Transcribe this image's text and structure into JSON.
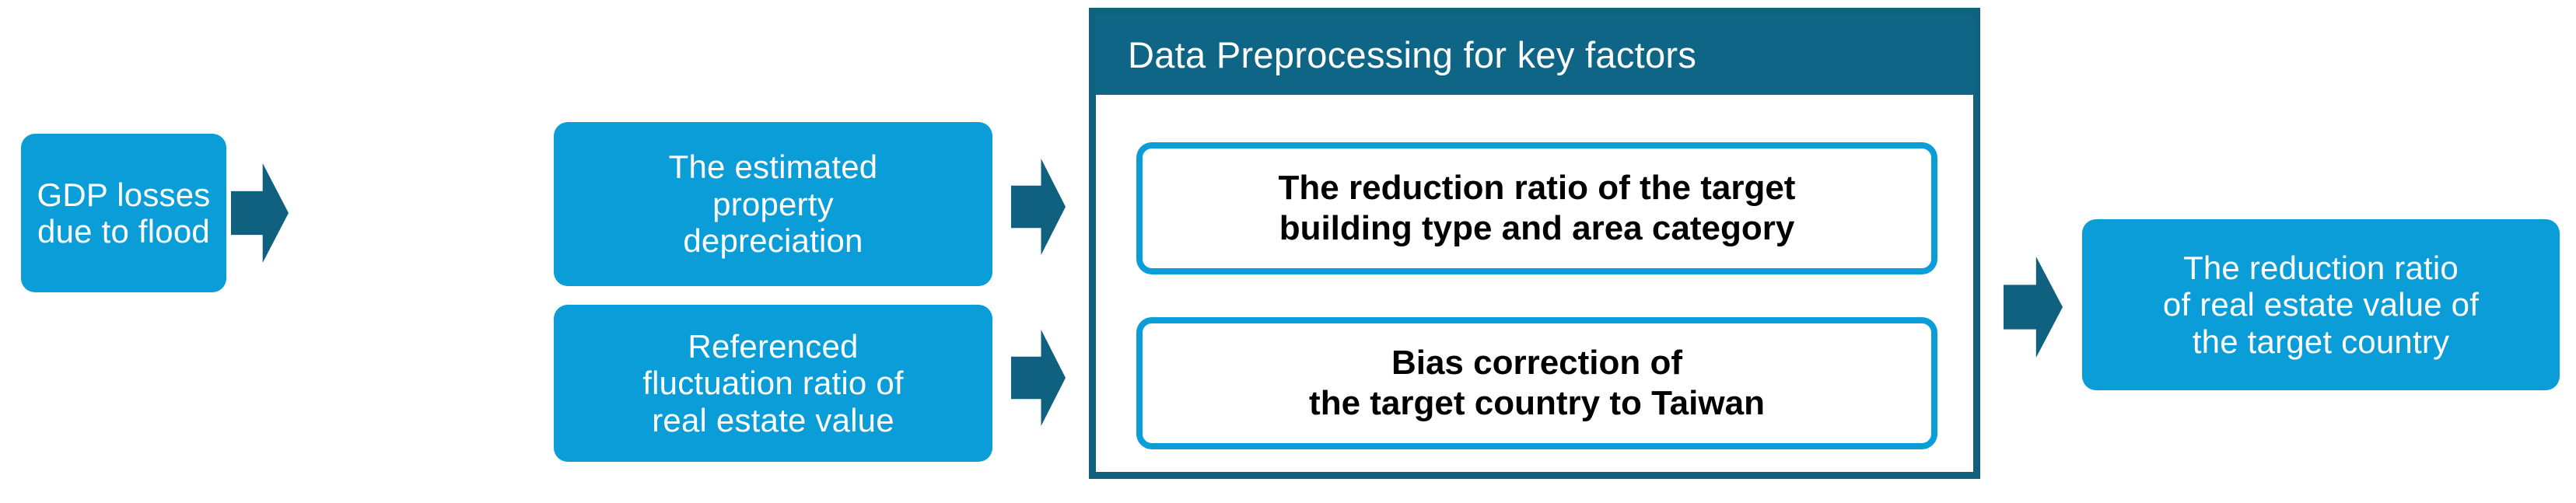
{
  "diagram": {
    "title": "Flowchart: deriving the reduction ratio of real estate value",
    "colors": {
      "light_blue": "#0B9DD7",
      "dark_teal": "#10607F",
      "header_teal": "#0E6586",
      "white": "#FFFFFF",
      "text_dark": "#000000"
    },
    "boxes": {
      "gdp_losses": "GDP losses\ndue to flood",
      "estimated_depreciation": "The estimated\nproperty\ndepreciation",
      "referenced_fluctuation": "Referenced\nfluctuation ratio of\nreal estate value",
      "final_output": "The reduction ratio\nof real estate value of\nthe target country"
    },
    "panel": {
      "header": "Data Preprocessing for key factors",
      "sub_boxes": {
        "reduction_ratio": "The reduction ratio of the target\nbuilding type and area category",
        "bias_correction": "Bias correction of\nthe target country to Taiwan"
      }
    },
    "arrows": [
      {
        "name": "arrow-gdp-to-depreciation",
        "direction": "right"
      },
      {
        "name": "arrow-depreciation-to-panel",
        "direction": "right"
      },
      {
        "name": "arrow-fluctuation-to-panel",
        "direction": "right"
      },
      {
        "name": "arrow-panel-to-final",
        "direction": "right"
      }
    ]
  }
}
